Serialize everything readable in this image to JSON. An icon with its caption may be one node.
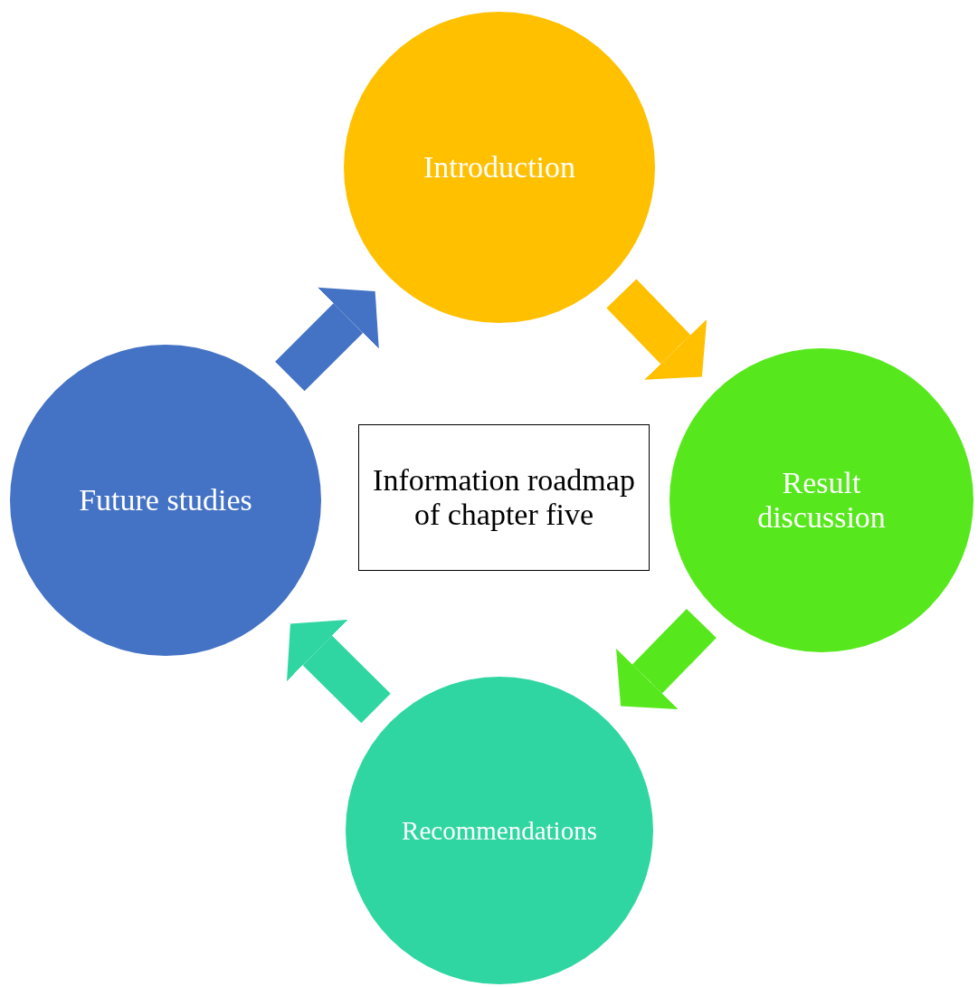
{
  "diagram": {
    "nodes": [
      {
        "text": [
          "Introduction"
        ]
      },
      {
        "text": [
          "Result discussion"
        ]
      },
      {
        "text": [
          "Recommendations"
        ]
      },
      {
        "text": [
          "Future studies"
        ]
      },
      {
        "text": [
          "Information roadmap of chapter five"
        ]
      }
    ],
    "edges": [
      {
        "from": 0,
        "to": 1,
        "arrow": "to",
        "color": "#ffc000"
      },
      {
        "from": 1,
        "to": 2,
        "arrow": "to",
        "color": "#56e81c"
      },
      {
        "from": 2,
        "to": 3,
        "arrow": "to",
        "color": "#2fd6a2"
      },
      {
        "from": 3,
        "to": 0,
        "arrow": "to",
        "color": "#4472c4"
      }
    ]
  }
}
